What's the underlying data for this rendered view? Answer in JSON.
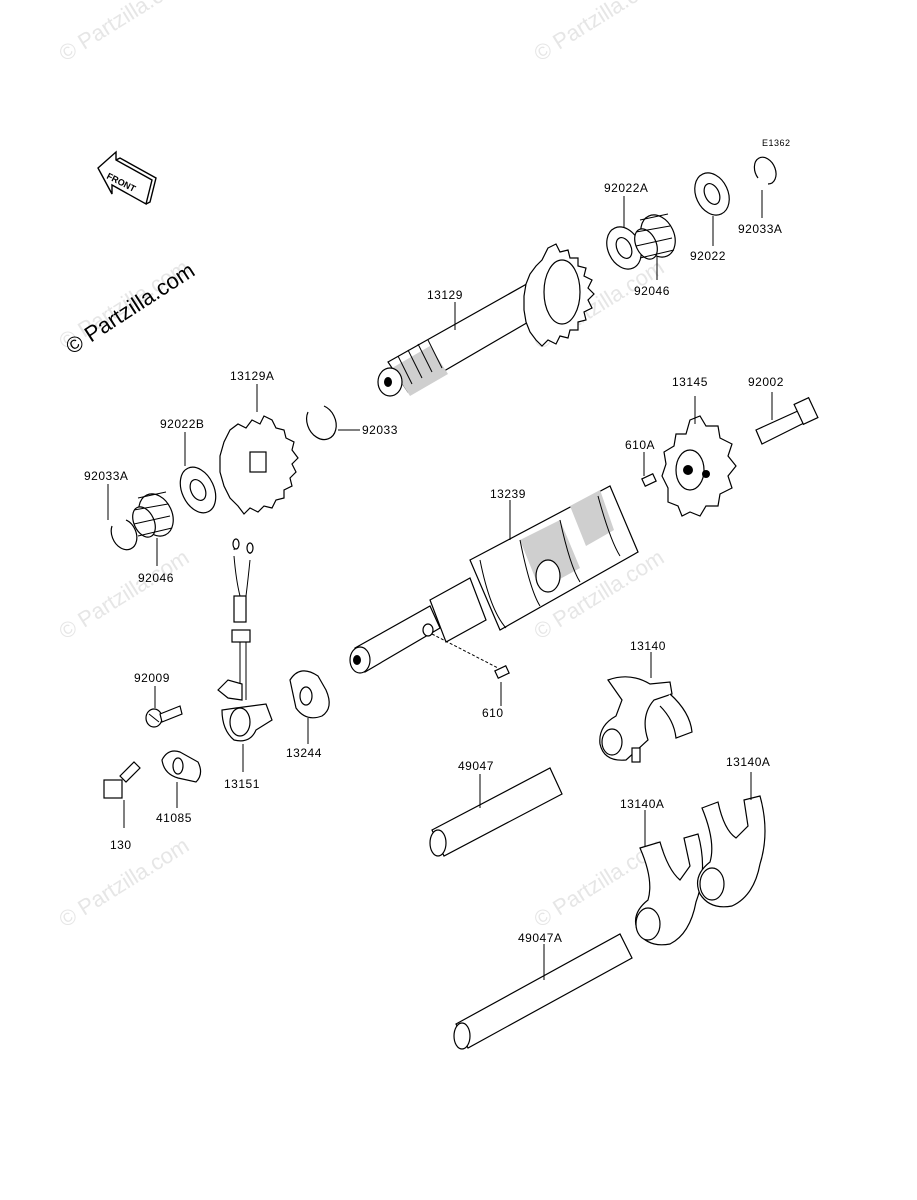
{
  "diagram_id": "E1362",
  "watermark": "© Partzilla.com",
  "main_watermark": "© Partzilla.com",
  "front_label": "FRONT",
  "labels": {
    "p13129": "13129",
    "p92022A": "92022A",
    "p92046_top": "92046",
    "p92022": "92022",
    "p92033A_top": "92033A",
    "p13129A": "13129A",
    "p92033": "92033",
    "p92022B": "92022B",
    "p92033A_left": "92033A",
    "p92046_left": "92046",
    "p13145": "13145",
    "p92002": "92002",
    "p610A": "610A",
    "p13239": "13239",
    "p610": "610",
    "p92009": "92009",
    "p13151": "13151",
    "p13244": "13244",
    "p41085": "41085",
    "p130": "130",
    "p49047": "49047",
    "p13140": "13140",
    "p13140A_right": "13140A",
    "p13140A_left": "13140A",
    "p49047A": "49047A"
  }
}
